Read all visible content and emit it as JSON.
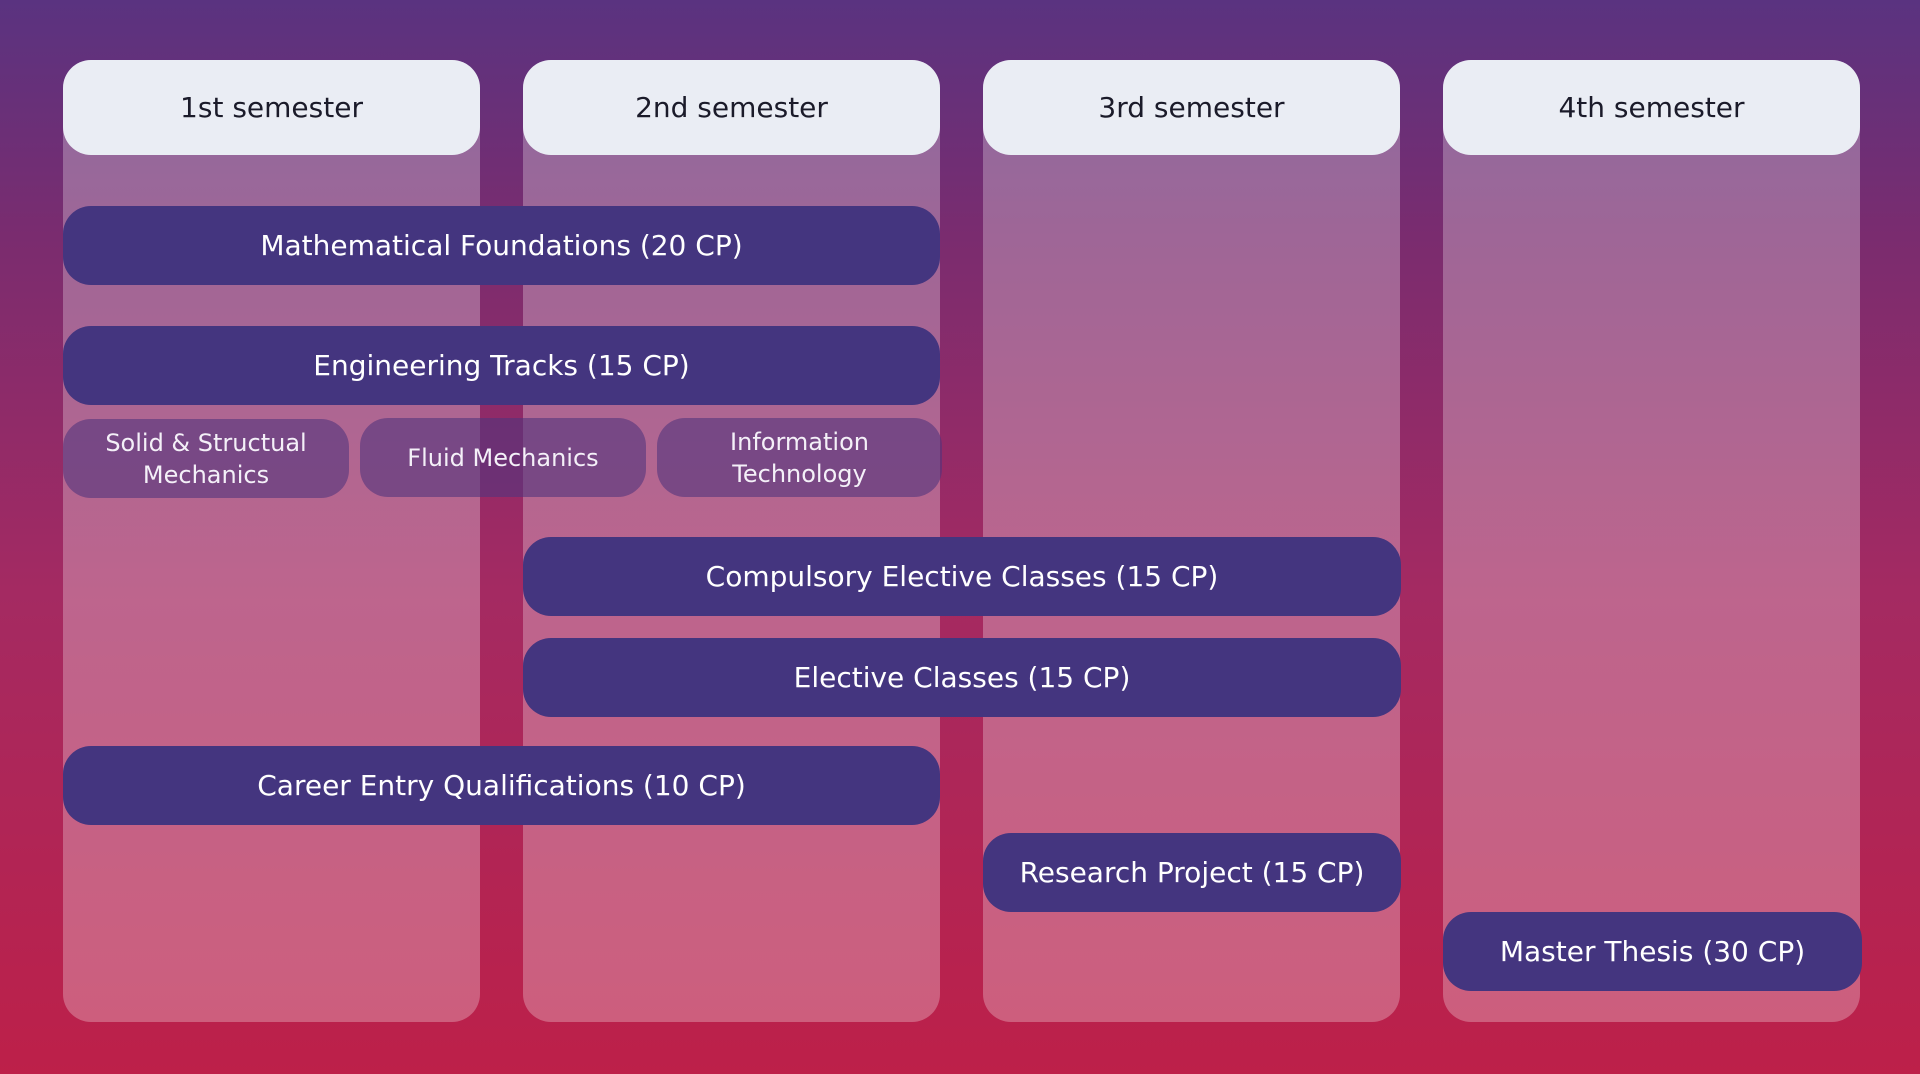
{
  "semesters": [
    {
      "label": "1st semester"
    },
    {
      "label": "2nd semester"
    },
    {
      "label": "3rd semester"
    },
    {
      "label": "4th semester"
    }
  ],
  "modules": {
    "math": "Mathematical Foundations (20 CP)",
    "engineering": "Engineering Tracks (15 CP)",
    "tracks": [
      "Solid & Structual Mechanics",
      "Fluid Mechanics",
      "Information Technology"
    ],
    "compulsory_elective": "Compulsory Elective Classes (15 CP)",
    "elective": "Elective Classes (15 CP)",
    "career": "Career Entry Qualifications (10 CP)",
    "research": "Research Project (15 CP)",
    "thesis": "Master Thesis (30 CP)"
  },
  "colors": {
    "module_bar": "#44357f",
    "header_bg": "#eaedf4"
  }
}
